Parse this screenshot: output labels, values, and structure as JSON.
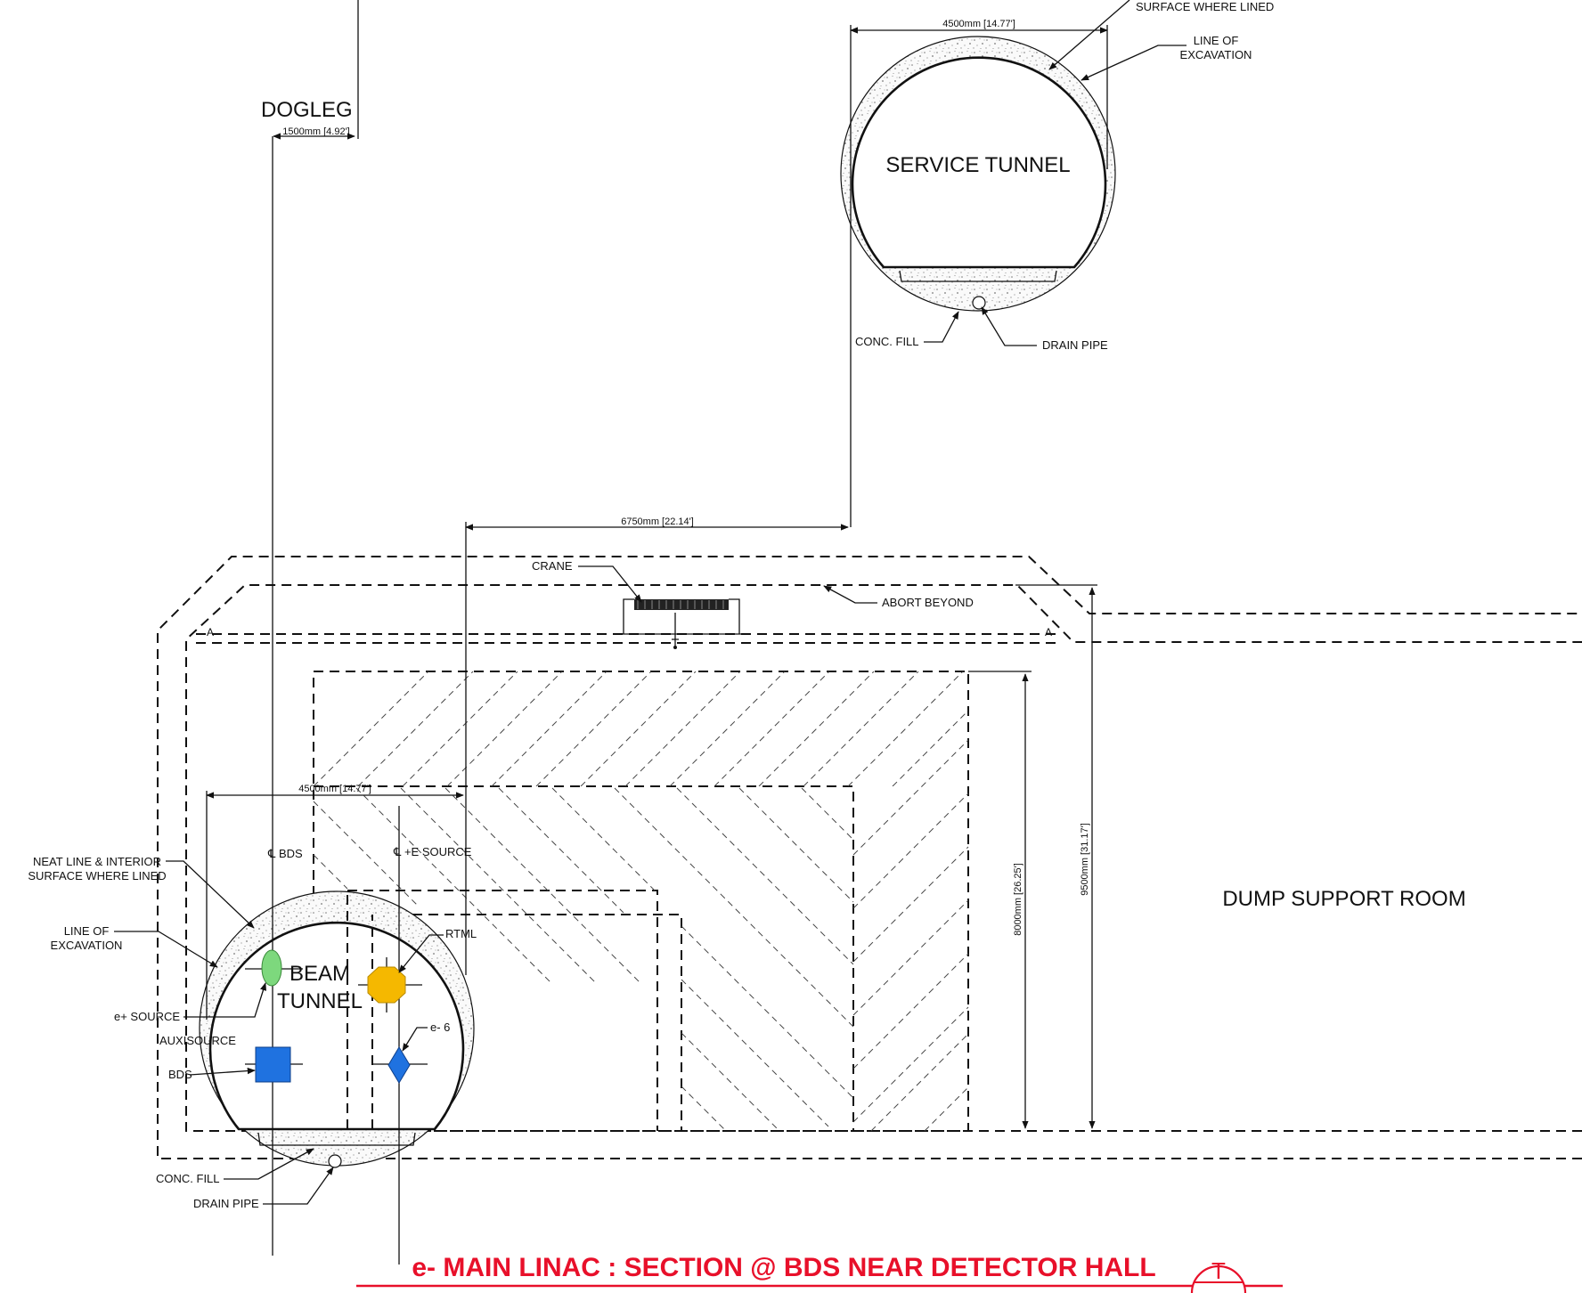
{
  "labels": {
    "dogleg": "DOGLEG",
    "service_tunnel": "SERVICE TUNNEL",
    "beam_tunnel_line1": "BEAM",
    "beam_tunnel_line2": "TUNNEL",
    "dump_support_room": "DUMP SUPPORT ROOM",
    "surface_where_lined_top": "SURFACE WHERE LINED",
    "line_of_line1": "LINE OF",
    "excavation": "EXCAVATION",
    "conc_fill": "CONC. FILL",
    "drain_pipe": "DRAIN PIPE",
    "crane": "CRANE",
    "abort_beyond": "ABORT BEYOND",
    "neat_line_1": "NEAT LINE & INTERIOR",
    "neat_line_2": "SURFACE WHERE LINED",
    "cl_bds": "℄ BDS",
    "cl_e_source": "℄ +E SOURCE",
    "rtml": "RTML",
    "e_plus_source": "e+ SOURCE",
    "auxisource": "AUXISOURCE",
    "bds": "BDS",
    "e_minus_6": "e- 6",
    "marker_a": "A"
  },
  "dimensions": {
    "dogleg_width": "1500mm [4.92']",
    "service_tunnel_width": "4500mm [14.77']",
    "offset": "6750mm [22.14']",
    "beam_tunnel_width": "4500mm [14.77']",
    "room_height_8000": "8000mm [26.25']",
    "room_height_9500": "9500mm [31.17']"
  },
  "title": {
    "text": "e- MAIN LINAC : SECTION @ BDS NEAR DETECTOR HALL",
    "badge": "T"
  },
  "colors": {
    "title_red": "#e8102a",
    "e_plus_source_green": "#7dd87d",
    "rtml_orange": "#f5b800",
    "bds_blue": "#1f72e0",
    "e_minus_blue": "#1f72e0"
  }
}
